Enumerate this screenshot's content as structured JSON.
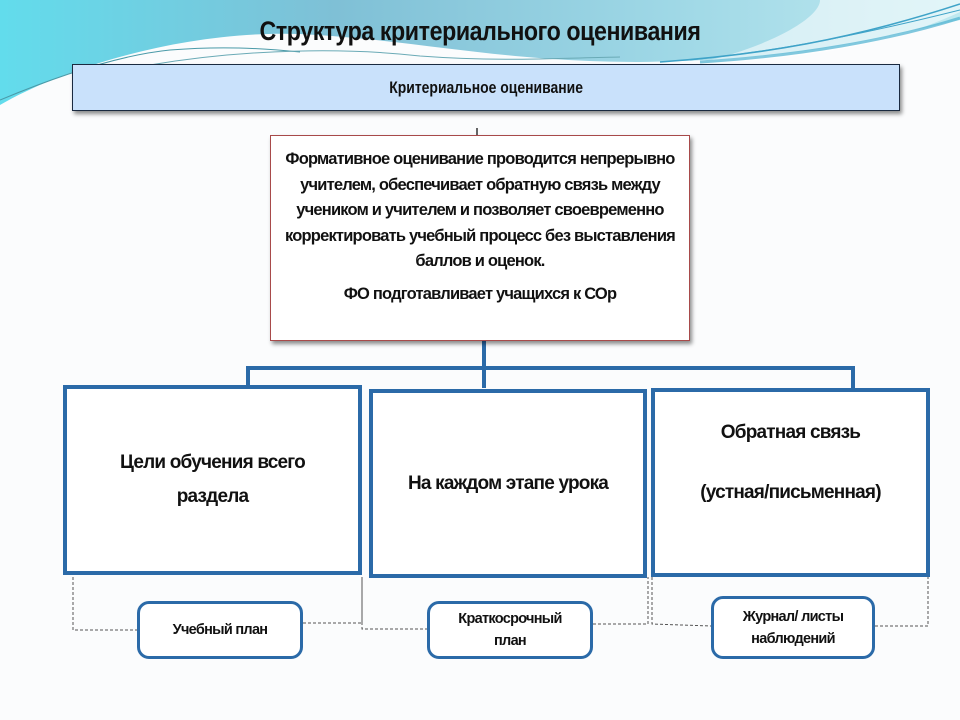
{
  "slide": {
    "title": "Структура критериального оценивания",
    "header": "Критериальное оценивание",
    "formative": {
      "lead": "Формативное оценивание",
      "body": " проводится непрерывно учителем, обеспечивает обратную связь между учеником и учителем и позволяет своевременно корректировать учебный процесс без выставления баллов и оценок.",
      "footer_prefix": "ФО подготавливает учащихся к ",
      "footer_abbr": "СОр"
    },
    "branches": [
      {
        "line1": "Цели обучения всего",
        "line2": "раздела"
      },
      {
        "line1": "На каждом этапе урока"
      },
      {
        "line1": "Обратная связь",
        "line2": "(устная/письменная)"
      }
    ],
    "documents": [
      {
        "line1": "Учебный план"
      },
      {
        "line1": "Краткосрочный",
        "line2": "план"
      },
      {
        "line1": "Журнал/ листы",
        "line2": "наблюдений"
      }
    ]
  },
  "colors": {
    "accent_blue": "#2b6aa8",
    "header_fill": "#c9e1fb",
    "formative_border": "#a84a4a",
    "wave_cyan": "#5fd0e6"
  }
}
